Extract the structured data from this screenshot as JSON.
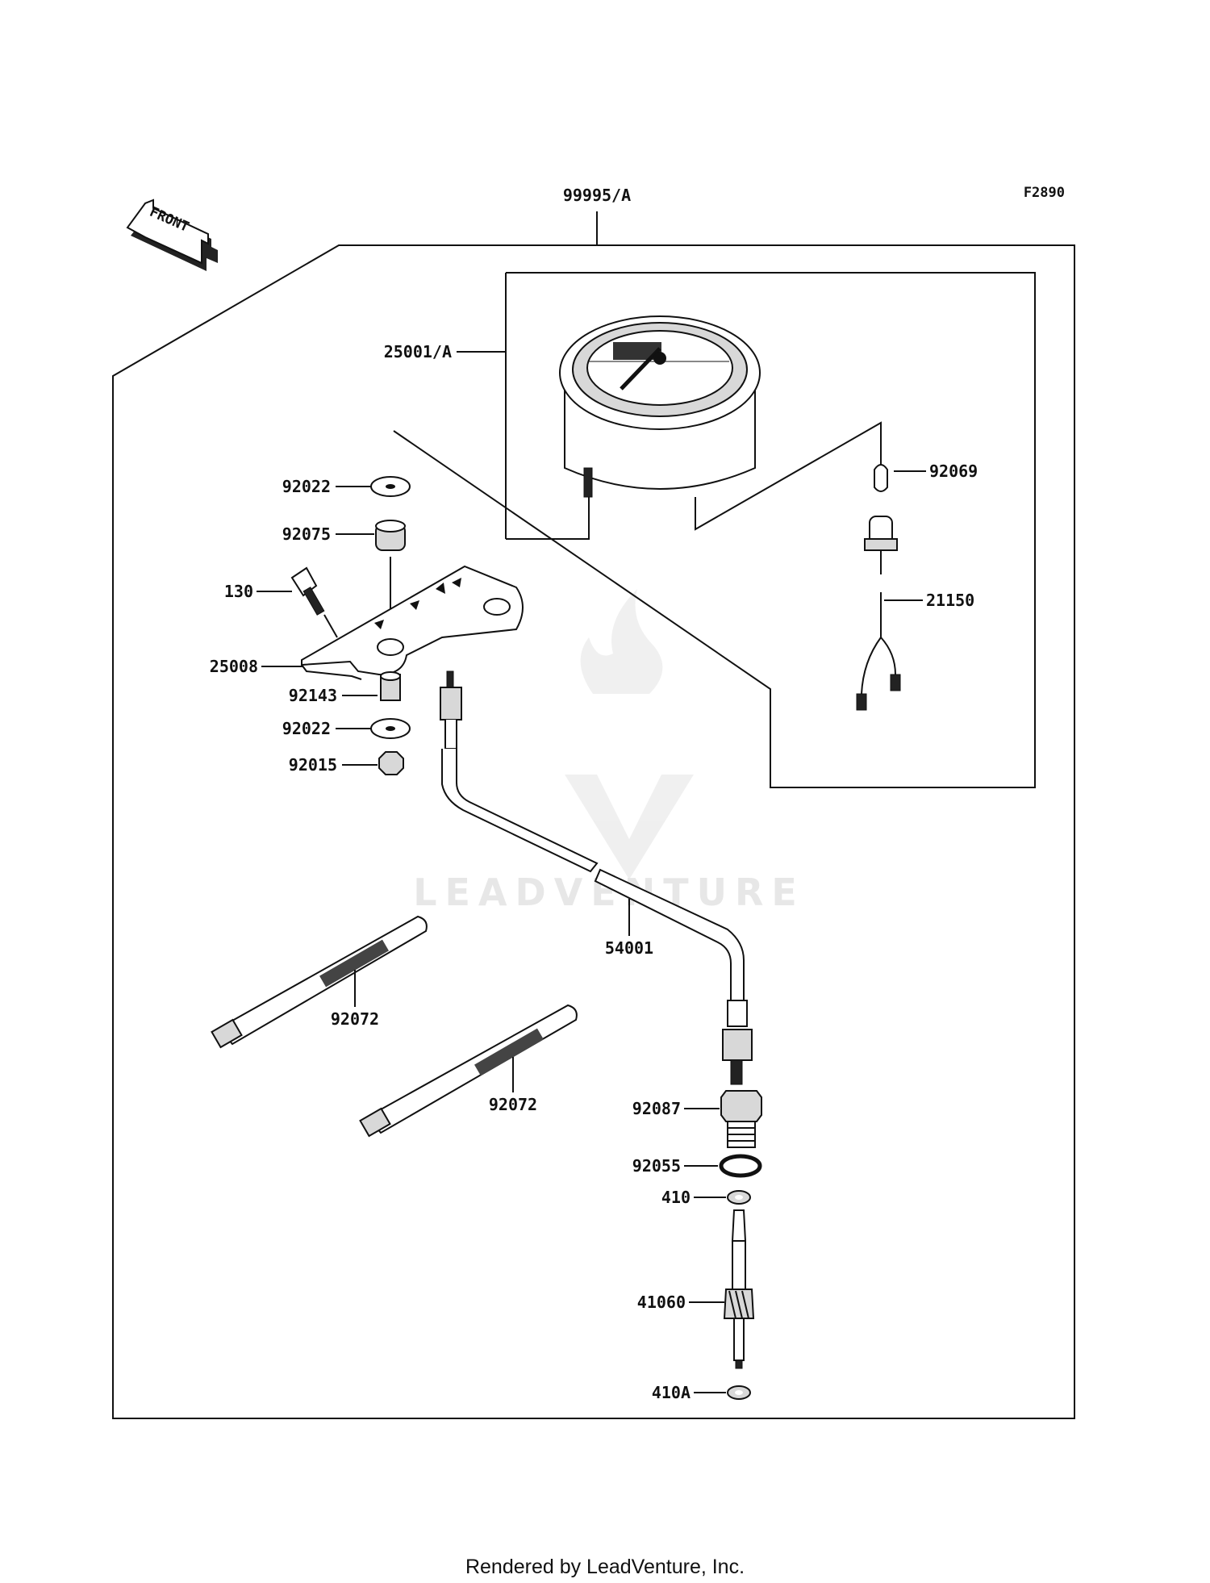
{
  "figure_code": "F2890",
  "front_arrow_label": "FRONT",
  "callouts": {
    "kit": "99995/A",
    "meter": "25001/A",
    "grommet_top": "92022",
    "damper": "92075",
    "bolt": "130",
    "bracket": "25008",
    "collar": "92143",
    "grommet_bottom": "92022",
    "nut": "92015",
    "bulb": "92069",
    "socket": "21150",
    "cable": "54001",
    "band_left": "92072",
    "band_right": "92072",
    "bushing": "92087",
    "o_ring": "92055",
    "washer_top": "410",
    "gear": "41060",
    "washer_bottom": "410A"
  },
  "watermark": "LEADVENTURE",
  "footer": "Rendered by LeadVenture, Inc."
}
